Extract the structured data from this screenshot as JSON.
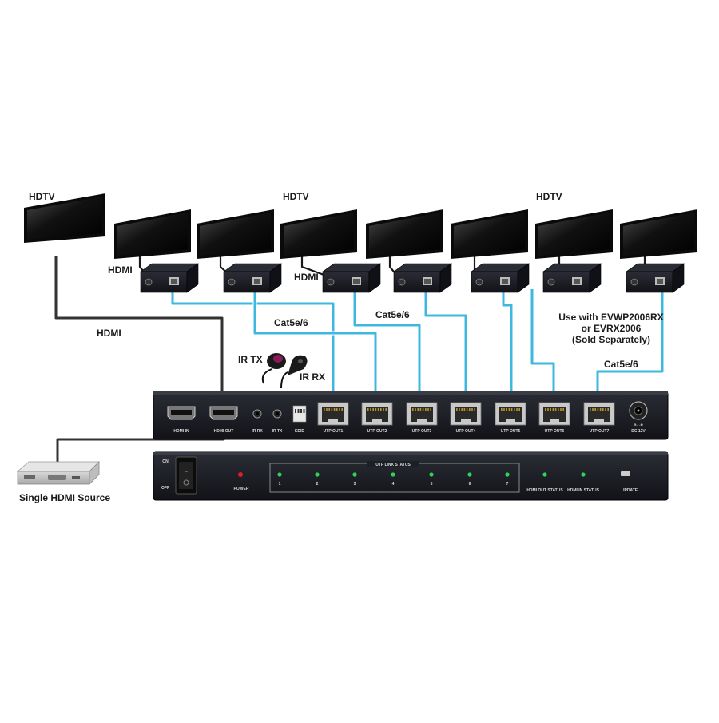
{
  "labels": {
    "hdtv_1": "HDTV",
    "hdtv_2": "HDTV",
    "hdtv_3": "HDTV",
    "hdmi_left": "HDMI",
    "hdmi_mid": "HDMI",
    "hdmi_source_cable": "HDMI",
    "cat_1": "Cat5e/6",
    "cat_2": "Cat5e/6",
    "cat_3": "Cat5e/6",
    "ir_tx": "IR TX",
    "ir_rx": "IR RX",
    "use_with_1": "Use with EVWP2006RX",
    "use_with_2": "or EVRX2006",
    "use_with_3": "(Sold Separately)",
    "source": "Single HDMI Source"
  },
  "rear_panel": {
    "hdmi_in": "HDMI IN",
    "hdmi_out": "HDMI OUT",
    "ir_rx": "IR RX",
    "ir_tx": "IR TX",
    "edid": "EDID",
    "dc": "DC 12V",
    "ports": [
      "UTP OUT1",
      "UTP OUT2",
      "UTP OUT3",
      "UTP OUT4",
      "UTP OUT5",
      "UTP OUT6",
      "UTP OUT7"
    ]
  },
  "front_panel": {
    "on": "ON",
    "off": "OFF",
    "power": "POWER",
    "utp_link_status": "UTP LINK STATUS",
    "leds": [
      "1",
      "2",
      "3",
      "4",
      "5",
      "6",
      "7"
    ],
    "hdmi_out_status": "HDMI OUT STATUS",
    "hdmi_in_status": "HDMI IN STATUS",
    "update": "UPDATE"
  },
  "colors": {
    "cable_cat": "#3fb8e0",
    "cable_hdmi": "#333333",
    "device_body": "#1d1f27",
    "led_green": "#2ed35a",
    "led_red": "#e02020"
  }
}
